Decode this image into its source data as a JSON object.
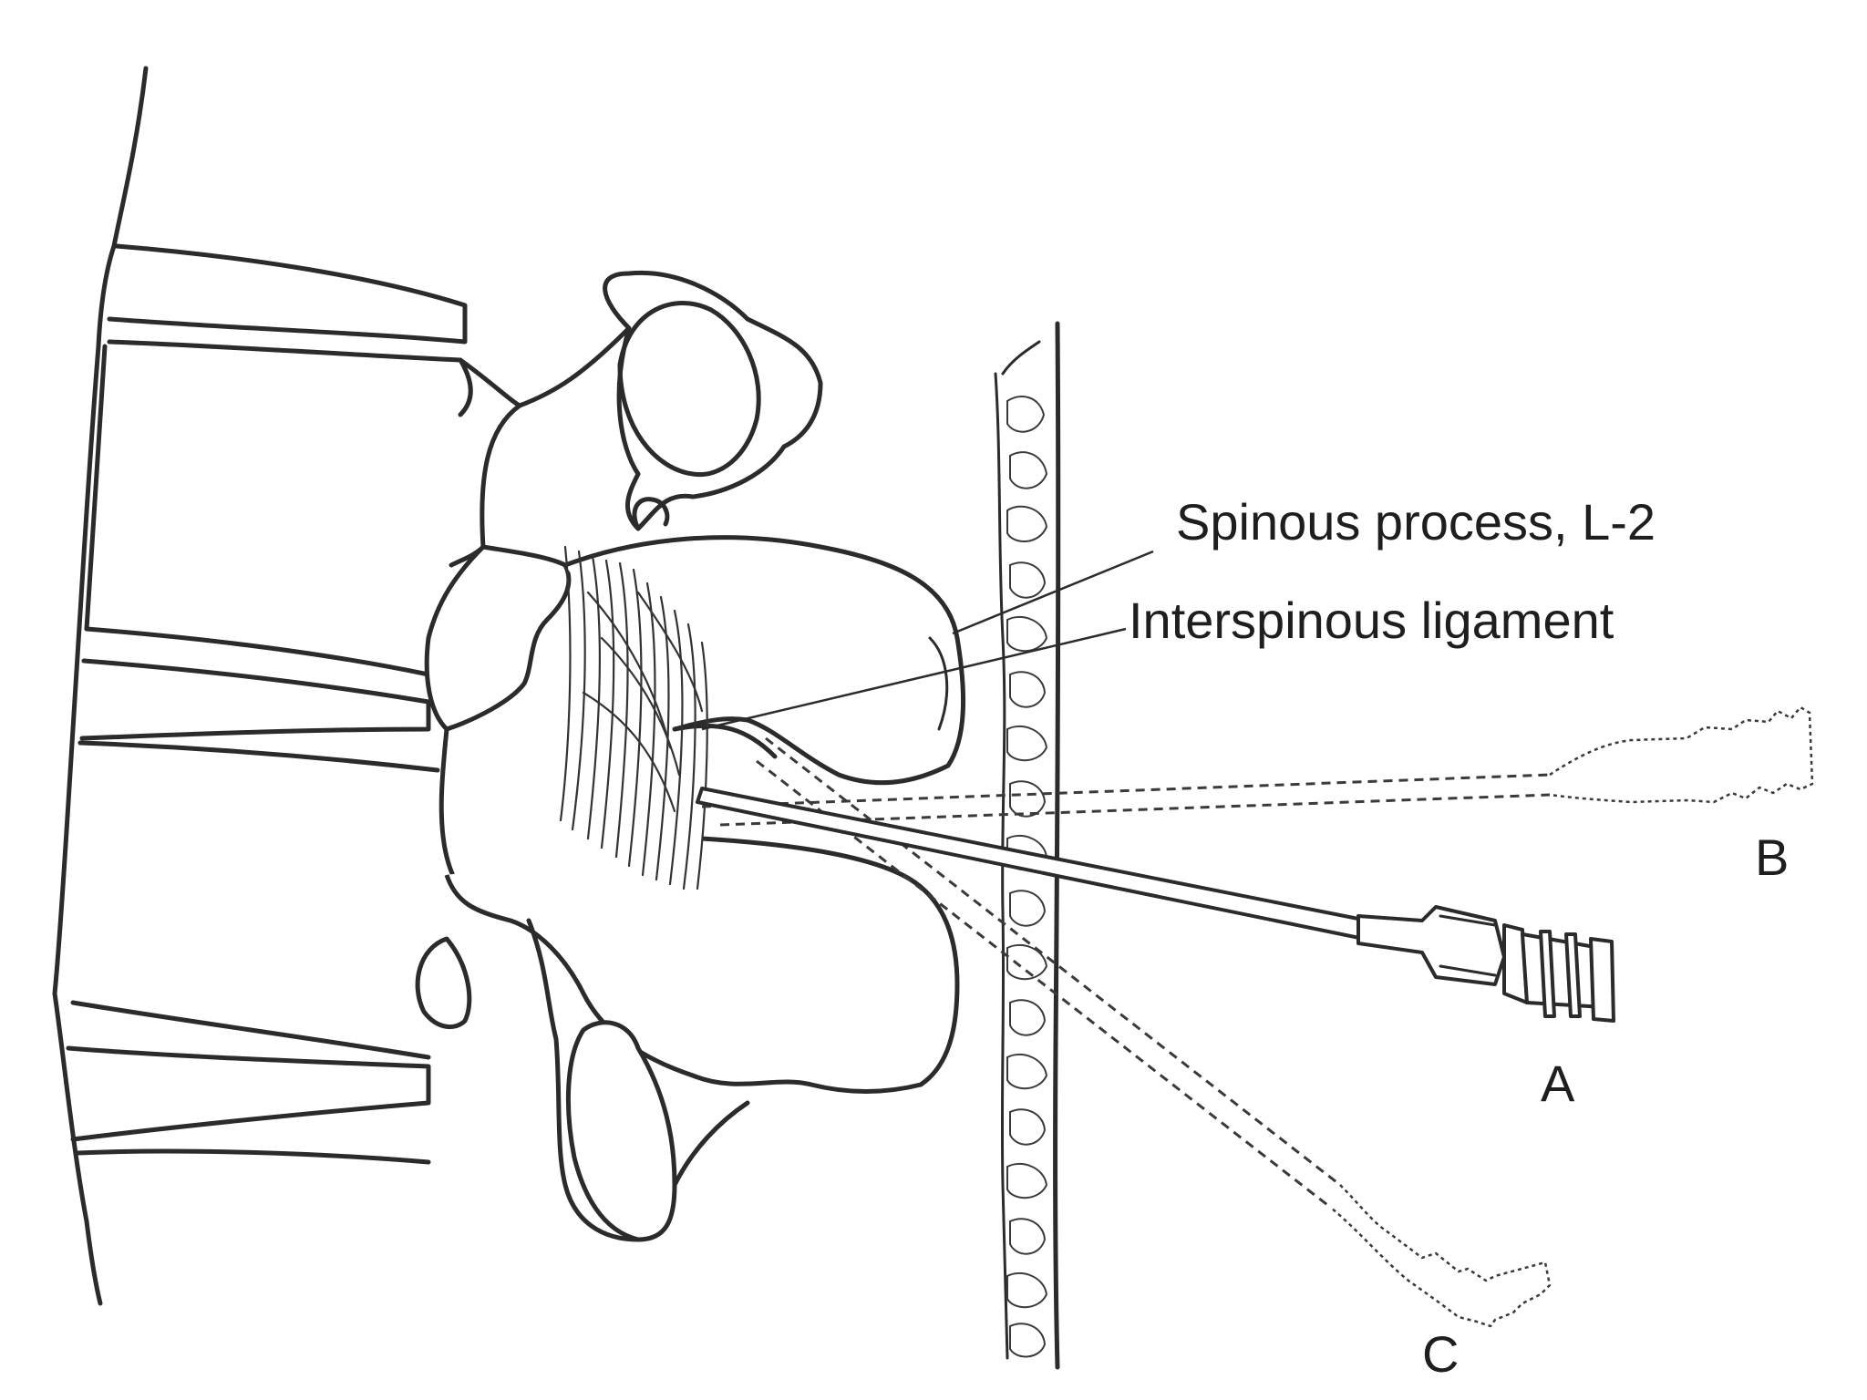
{
  "labels": {
    "spinous_process": "Spinous process, L-2",
    "interspinous_ligament": "Interspinous ligament",
    "needle_a": "A",
    "needle_b": "B",
    "needle_c": "C"
  },
  "colors": {
    "line": "#2b2b2b",
    "background": "#ffffff"
  }
}
